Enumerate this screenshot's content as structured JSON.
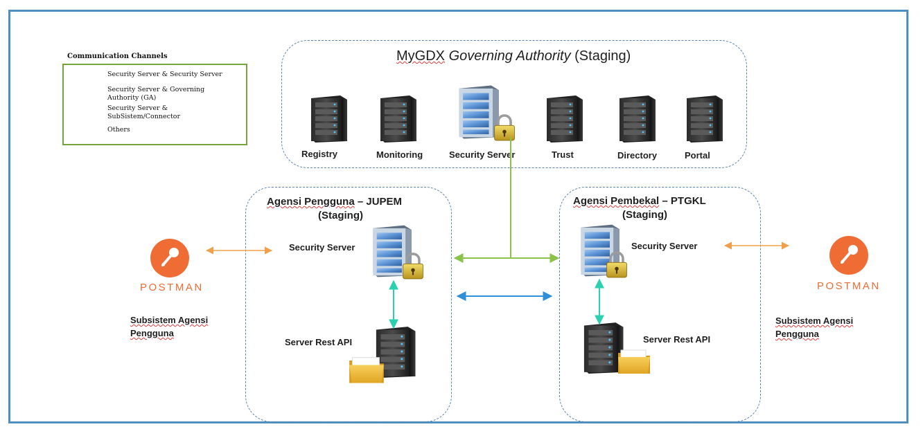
{
  "legend": {
    "title": "Communication Channels",
    "items": [
      {
        "label": "Security Server & Security Server",
        "color": "#e53935"
      },
      {
        "label": "Security Server & Governing Authority (GA)",
        "color": "#8bc34a"
      },
      {
        "label": "Security Server & SubSistem/Connector",
        "color": "#2f8fd8"
      },
      {
        "label": "Others",
        "color": "#b5712f"
      }
    ]
  },
  "ga": {
    "title_brand": "MyGDX",
    "title_italic": "Governing Authority",
    "title_suffix": "(Staging)",
    "servers": [
      "Registry",
      "Monitoring",
      "Security Server",
      "Trust",
      "Directory",
      "Portal"
    ]
  },
  "left_agency": {
    "title_name": "Agensi Pengguna",
    "title_org": "– JUPEM",
    "title_env": "(Staging)",
    "security_server": "Security Server",
    "rest_api": "Server Rest API"
  },
  "right_agency": {
    "title_name": "Agensi Pembekal",
    "title_org": "– PTGKL",
    "title_env": "(Staging)",
    "security_server": "Security Server",
    "rest_api": "Server Rest API"
  },
  "left_client": {
    "logo_text": "POSTMAN",
    "label_line1": "Subsistem Agensi",
    "label_line2": "Pengguna"
  },
  "right_client": {
    "logo_text": "POSTMAN",
    "label_line1": "Subsistem Agensi",
    "label_line2": "Pengguna"
  },
  "colors": {
    "ga_link": "#8bc34a",
    "connector_link": "#2f8fd8",
    "others_link": "#f0a04b",
    "rest_link": "#2ad1b0",
    "postman": "#ef6c34"
  }
}
